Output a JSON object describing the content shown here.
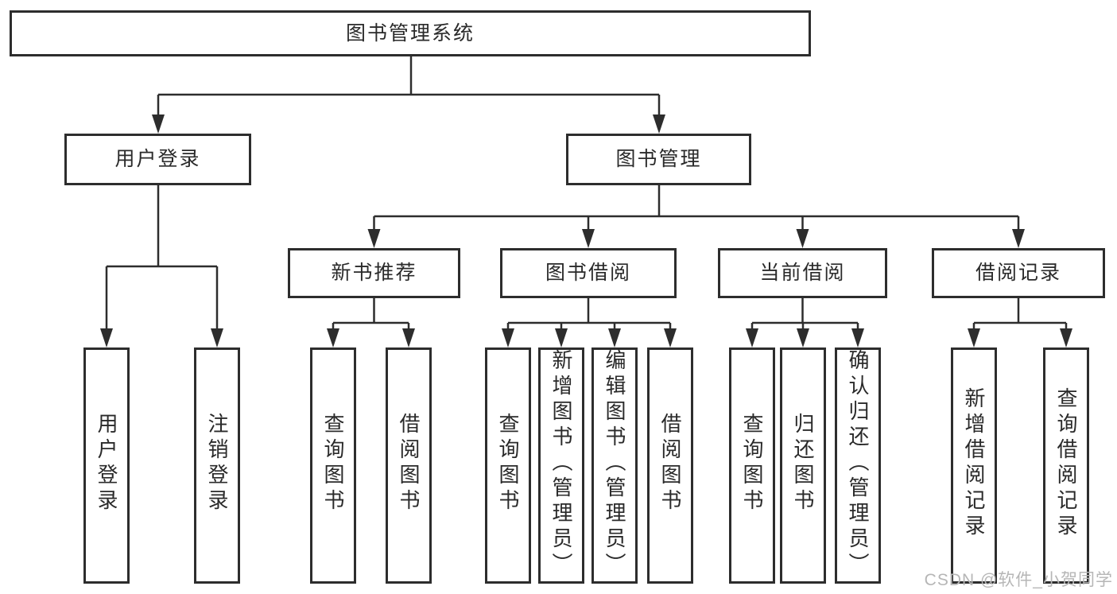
{
  "diagram": {
    "root": "图书管理系统",
    "branch_user": {
      "label": "用户登录",
      "children": [
        "用户登录",
        "注销登录"
      ]
    },
    "branch_books": {
      "label": "图书管理",
      "sections": [
        {
          "label": "新书推荐",
          "children": [
            "查询图书",
            "借阅图书"
          ]
        },
        {
          "label": "图书借阅",
          "children": [
            "查询图书",
            "新增图书（管理员）",
            "编辑图书（管理员）",
            "借阅图书"
          ]
        },
        {
          "label": "当前借阅",
          "children": [
            "查询图书",
            "归还图书",
            "确认归还（管理员）"
          ]
        },
        {
          "label": "借阅记录",
          "children": [
            "新增借阅记录",
            "查询借阅记录"
          ]
        }
      ]
    }
  },
  "watermark": {
    "text": "CSDN @软件_小贺同学",
    "color": "#b6b6b6"
  },
  "colors": {
    "background": "#ffffff",
    "line": "#2d2d2d",
    "text": "#2a2a2a"
  }
}
